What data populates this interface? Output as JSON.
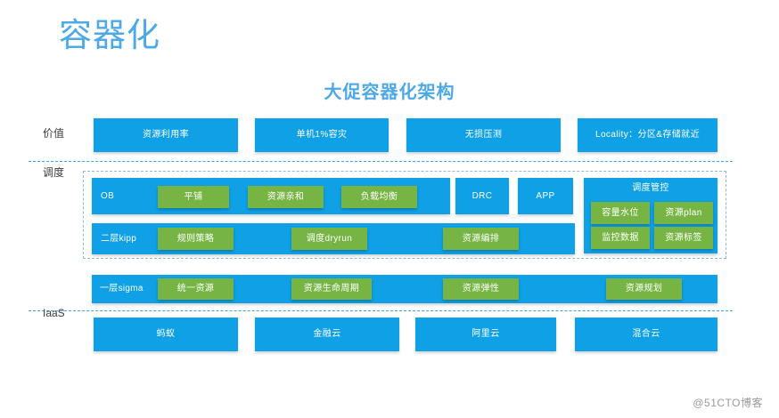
{
  "page": {
    "title": "容器化",
    "chart_title": "大促容器化架构",
    "watermark": "@51CTO博客",
    "colors": {
      "blue": "#0fa0e6",
      "green": "#76b544",
      "title_blue": "#4da8e8",
      "dash_blue": "#3aa5e6",
      "dash_gray": "#8fb8d8",
      "background": "#ffffff"
    }
  },
  "bands": [
    {
      "id": "value",
      "label": "价值"
    },
    {
      "id": "schedule",
      "label": "调度"
    },
    {
      "id": "iaas",
      "label": "IaaS"
    }
  ],
  "value_row": {
    "label": "价值",
    "boxes": [
      {
        "label": "资源利用率"
      },
      {
        "label": "单机1%容灾"
      },
      {
        "label": "无损压测"
      },
      {
        "label": "Locality：分区&存储就近"
      }
    ]
  },
  "schedule_section": {
    "label": "调度",
    "ob_row": {
      "strip_label": "OB",
      "green_boxes": [
        {
          "label": "平铺"
        },
        {
          "label": "资源亲和"
        },
        {
          "label": "负载均衡"
        }
      ],
      "blue_boxes": [
        {
          "label": "DRC"
        },
        {
          "label": "APP"
        }
      ]
    },
    "kipp_row": {
      "strip_label": "二层kipp",
      "green_boxes": [
        {
          "label": "规则策略"
        },
        {
          "label": "调度dryrun"
        },
        {
          "label": "资源编排"
        }
      ]
    },
    "control_panel": {
      "title": "调度管控",
      "items": [
        {
          "label": "容量水位"
        },
        {
          "label": "资源plan"
        },
        {
          "label": "监控数据"
        },
        {
          "label": "资源标签"
        }
      ]
    }
  },
  "sigma_row": {
    "strip_label": "一层sigma",
    "green_boxes": [
      {
        "label": "统一资源"
      },
      {
        "label": "资源生命周期"
      },
      {
        "label": "资源弹性"
      },
      {
        "label": "资源规划"
      }
    ]
  },
  "iaas_row": {
    "label": "IaaS",
    "boxes": [
      {
        "label": "蚂蚁"
      },
      {
        "label": "金融云"
      },
      {
        "label": "阿里云"
      },
      {
        "label": "混合云"
      }
    ]
  }
}
